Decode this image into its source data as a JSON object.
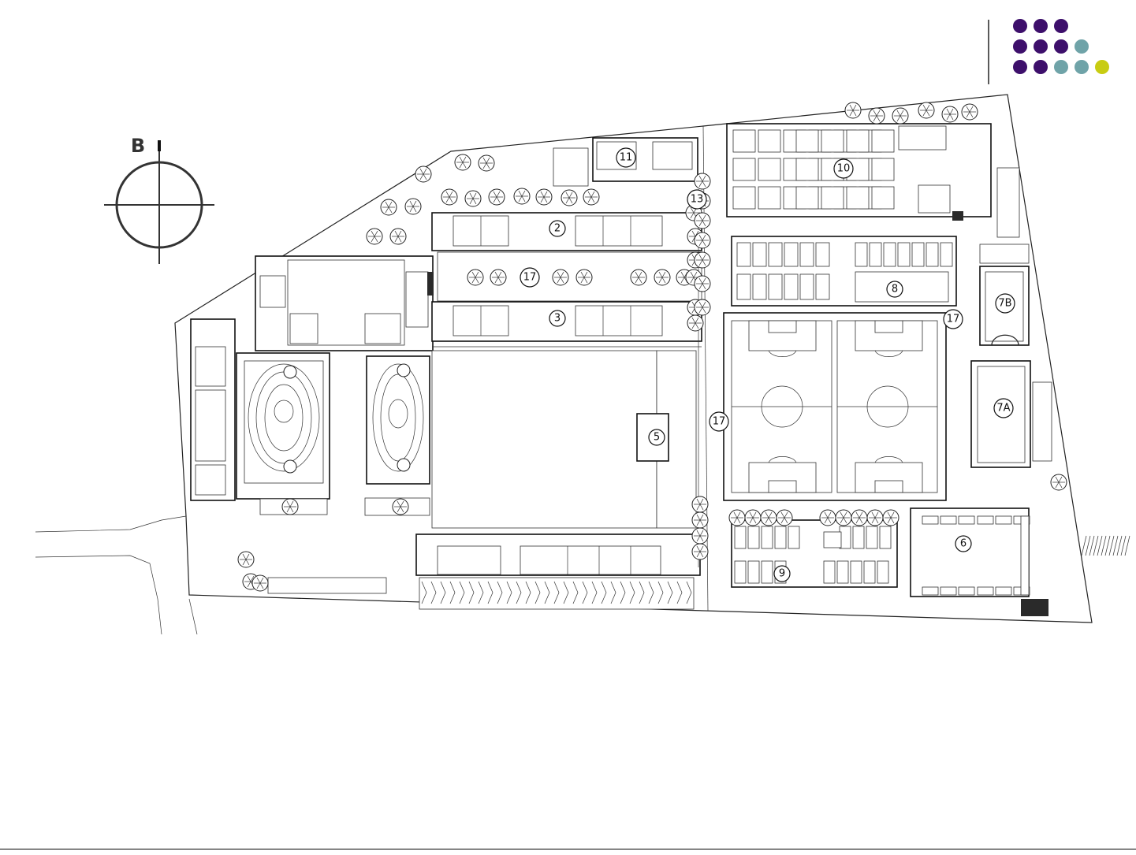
{
  "compass": {
    "label": "B"
  },
  "brand_colors": {
    "purple": "#3d0f6b",
    "teal": "#6fa3a8",
    "lime": "#c8cc12"
  },
  "area_labels": [
    {
      "id": "2",
      "text": "2"
    },
    {
      "id": "3",
      "text": "3"
    },
    {
      "id": "5",
      "text": "5"
    },
    {
      "id": "6",
      "text": "6"
    },
    {
      "id": "7A",
      "text": "7A"
    },
    {
      "id": "7B",
      "text": "7B"
    },
    {
      "id": "8",
      "text": "8"
    },
    {
      "id": "9",
      "text": "9"
    },
    {
      "id": "10",
      "text": "10"
    },
    {
      "id": "11",
      "text": "11"
    },
    {
      "id": "13",
      "text": "13"
    },
    {
      "id": "17a",
      "text": "17"
    },
    {
      "id": "17b",
      "text": "17"
    },
    {
      "id": "17c",
      "text": "17"
    }
  ]
}
